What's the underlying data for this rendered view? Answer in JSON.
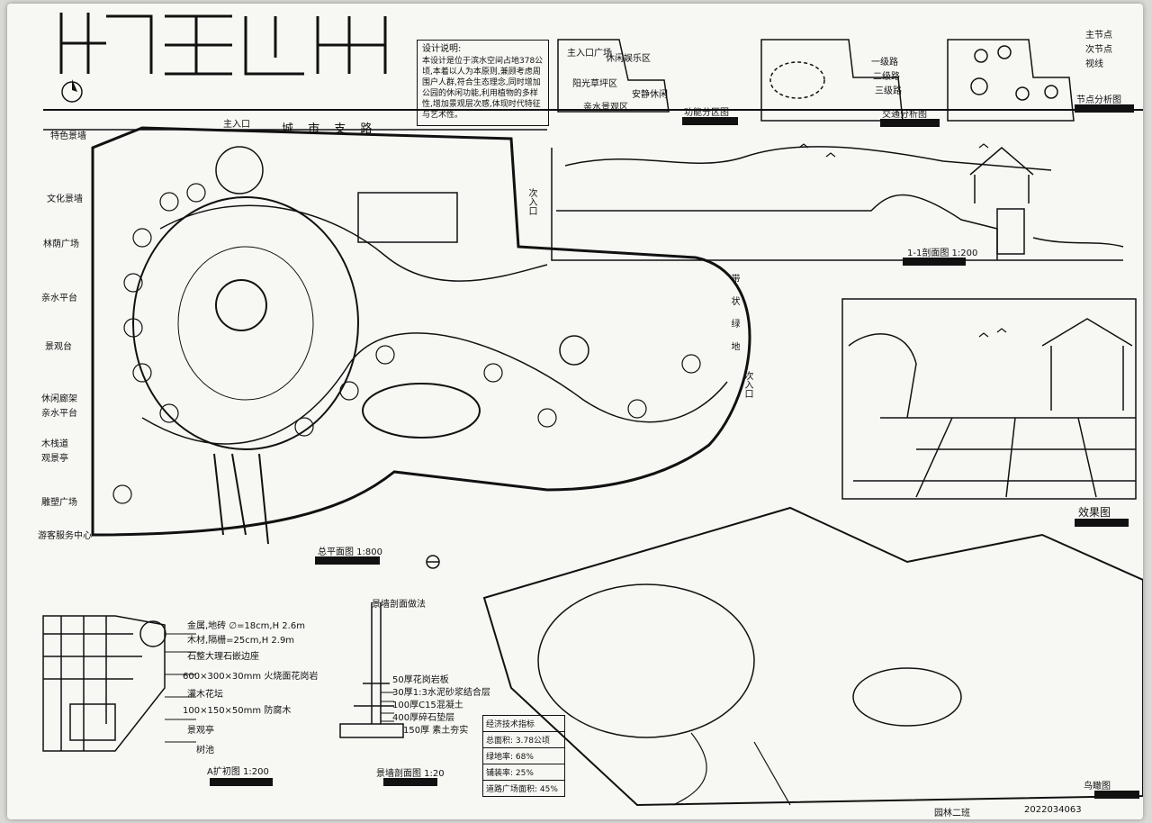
{
  "design_note": {
    "heading": "设计说明:",
    "body": "本设计是位于滨水空间占地378公顷,本着以人为本原则,兼顾考虑周围户人群,符合生态理念,同时增加公园的休闲功能,利用植物的多样性,增加景观层次感,体现时代特征与艺术性。"
  },
  "labels": {
    "entrance_top": "主入口",
    "road_top": "城 市 支 路",
    "side_entrance_right": "次入口",
    "side_entrance_right2": "次入口",
    "green_belt": "带 状 绿 地",
    "plan": "总平面图 1:800",
    "section": "1-1剖面图 1:200",
    "effect": "效果图",
    "birdseye": "鸟瞰图",
    "func_zone": "功能分区图",
    "traffic": "交通分析图",
    "node": "节点分析图",
    "a_plan": "A扩初图 1:200",
    "paving": "景墙剖面图 1:20",
    "paving_title": "景墙剖面做法",
    "zone_entrance": "主入口广场",
    "zone_sun": "阳光草坪区",
    "zone_leisure": "休闲娱乐区",
    "zone_water": "亲水景观区",
    "zone_rest": "安静休闲",
    "traffic_main": "一级路",
    "traffic_sec": "二级路",
    "traffic_third": "三级路",
    "legend_main": "主节点",
    "legend_sec": "次节点",
    "legend_view": "视线"
  },
  "left_labels": [
    "特色景墙",
    "文化景墙",
    "林荫广场",
    "亲水平台",
    "景观台",
    "休闲廊架",
    "亲水平台",
    "木栈道",
    "观景亭",
    "雕塑广场",
    "游客服务中心"
  ],
  "a_notes": [
    "金属,地砖 ∅=18cm,H 2.6m",
    "木材,隔栅=25cm,H 2.9m",
    "石整大理石嵌边座",
    "600×300×30mm 火烧面花岗岩",
    "灌木花坛",
    "100×150×50mm 防腐木",
    "景观亭",
    "树池"
  ],
  "wall_layers": [
    "50厚花岗岩板",
    "30厚1:3水泥砂浆结合层",
    "100厚C15混凝土",
    "400厚碎石垫层",
    "150厚 素土夯实"
  ],
  "tech_table": {
    "title": "经济技术指标",
    "rows": [
      "总面积: 3.78公顷",
      "绿地率: 68%",
      "铺装率: 25%",
      "道路广场面积: 45%"
    ]
  },
  "footer": {
    "class": "园林二班",
    "id": "2022034063"
  }
}
